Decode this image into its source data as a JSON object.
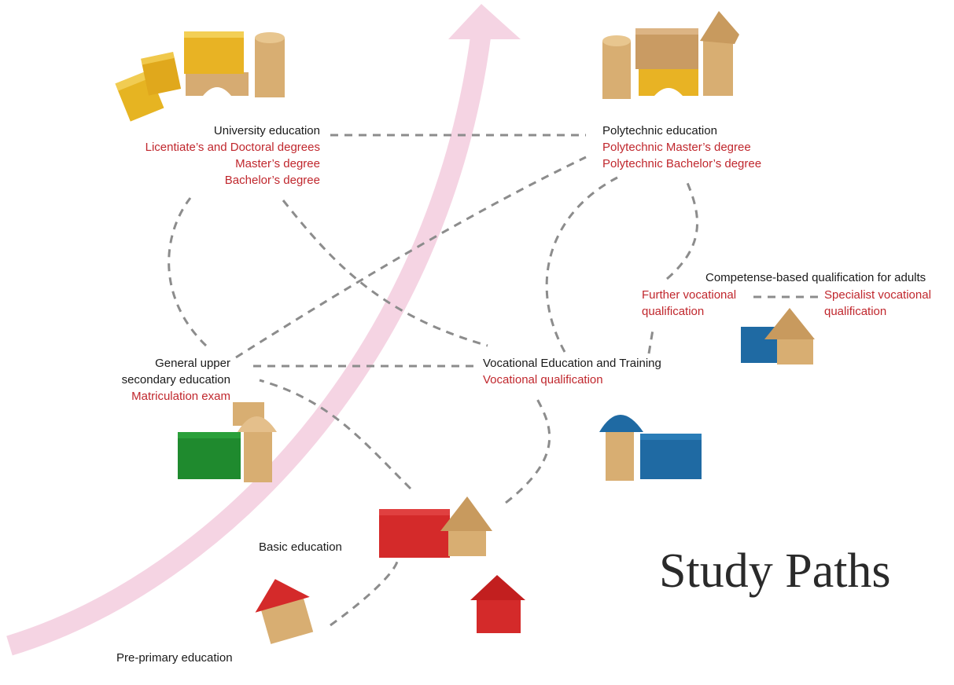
{
  "title": "Study Paths",
  "nodes": {
    "university": {
      "name": "University education",
      "degrees": [
        "Licentiate’s and Doctoral degrees",
        "Master’s degree",
        "Bachelor’s degree"
      ]
    },
    "polytechnic": {
      "name": "Polytechnic education",
      "degrees": [
        "Polytechnic Master’s degree",
        "Polytechnic Bachelor’s degree"
      ]
    },
    "competence": {
      "name": "Competense-based qualification for adults",
      "further": [
        "Further vocational",
        "qualification"
      ],
      "specialist": [
        "Specialist vocational",
        "qualification"
      ]
    },
    "general_upper": {
      "name_lines": [
        "General upper",
        "secondary education"
      ],
      "qualification": "Matriculation exam"
    },
    "vocational": {
      "name": "Vocational Education and Training",
      "qualification": "Vocational qualification"
    },
    "basic": {
      "name": "Basic education"
    },
    "pre_primary": {
      "name": "Pre-primary education"
    }
  },
  "colors": {
    "arrow": "#f5d4e3",
    "dash": "#8c8c8c",
    "degree_text": "#c0272d",
    "block_yellow": "#e6b422",
    "block_wood": "#d4a870",
    "block_green": "#1f8a2e",
    "block_blue": "#1f6aa3",
    "block_red": "#d42a2a"
  }
}
